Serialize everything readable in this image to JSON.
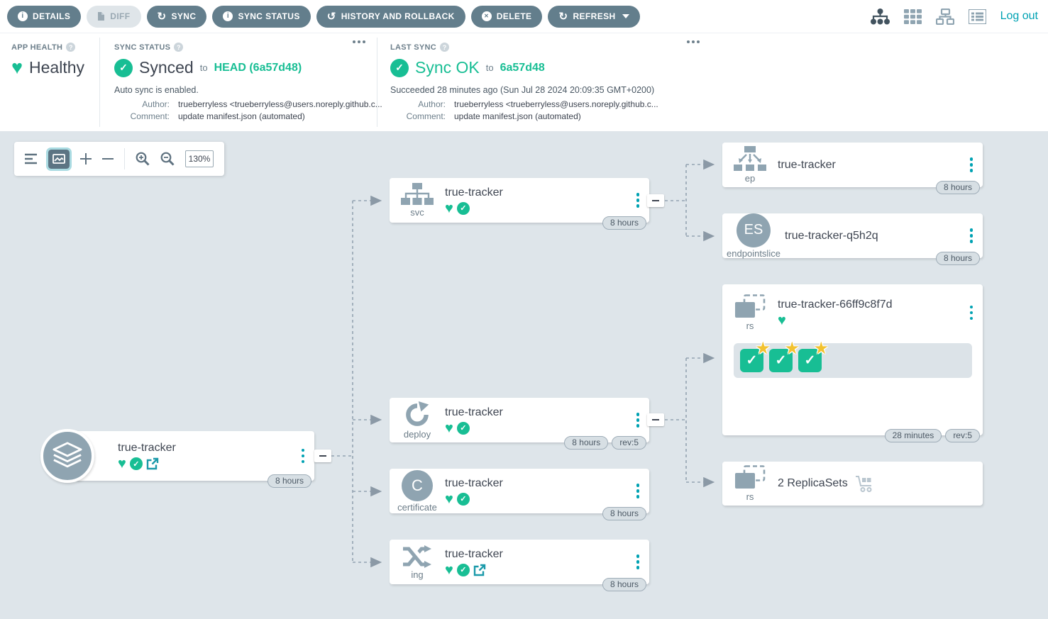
{
  "icons": {
    "heart": "♥",
    "check": "✓",
    "help": "?",
    "info": "i",
    "close": "✕",
    "sync": "↻",
    "history": "↺",
    "star": "★"
  },
  "colors": {
    "accent_green": "#18be94",
    "accent_teal": "#00a2b3",
    "button_slate": "#637e8c",
    "graph_bg": "#dee5ea",
    "star_yellow": "#f2c230",
    "icon_slate": "#8fa4b1"
  },
  "topbar": {
    "buttons": [
      {
        "label": "DETAILS",
        "icon": "info-circle-icon"
      },
      {
        "label": "DIFF",
        "icon": "file-icon",
        "disabled": true
      },
      {
        "label": "SYNC",
        "icon": "sync-icon"
      },
      {
        "label": "SYNC STATUS",
        "icon": "info-circle-icon"
      },
      {
        "label": "HISTORY AND ROLLBACK",
        "icon": "history-icon"
      },
      {
        "label": "DELETE",
        "icon": "times-circle-icon"
      },
      {
        "label": "REFRESH",
        "icon": "refresh-icon",
        "has_caret": true
      }
    ],
    "view_toggles": [
      "application-tree-icon",
      "pods-grid-icon",
      "network-icon",
      "resource-list-icon"
    ],
    "logout_label": "Log out"
  },
  "statusbar": {
    "app_health": {
      "label": "APP HEALTH",
      "value": "Healthy",
      "status_icon": "heart-icon"
    },
    "sync_status": {
      "label": "SYNC STATUS",
      "value": "Synced",
      "to_label": "to",
      "target": "HEAD (6a57d48)",
      "note": "Auto sync is enabled.",
      "author_label": "Author:",
      "author_value": "trueberryless <trueberryless@users.noreply.github.c...",
      "comment_label": "Comment:",
      "comment_value": "update manifest.json (automated)"
    },
    "last_sync": {
      "label": "LAST SYNC",
      "value": "Sync OK",
      "to_label": "to",
      "target": "6a57d48",
      "note": "Succeeded 28 minutes ago (Sun Jul 28 2024 20:09:35 GMT+0200)",
      "author_label": "Author:",
      "author_value": "trueberryless <trueberryless@users.noreply.github.c...",
      "comment_label": "Comment:",
      "comment_value": "update manifest.json (automated)"
    }
  },
  "graph_toolbar": {
    "zoom_value": "130%"
  },
  "tree": {
    "app": {
      "name": "true-tracker",
      "badges": {
        "age": "8 hours"
      }
    },
    "svc": {
      "kind": "svc",
      "name": "true-tracker",
      "badges": {
        "age": "8 hours"
      }
    },
    "deploy": {
      "kind": "deploy",
      "name": "true-tracker",
      "badges": {
        "age": "8 hours",
        "rev": "rev:5"
      }
    },
    "certificate": {
      "kind": "certificate",
      "abbr": "C",
      "name": "true-tracker",
      "badges": {
        "age": "8 hours"
      }
    },
    "ing": {
      "kind": "ing",
      "name": "true-tracker",
      "badges": {
        "age": "8 hours"
      }
    },
    "ep": {
      "kind": "ep",
      "name": "true-tracker",
      "badges": {
        "age": "8 hours"
      }
    },
    "endpointslice": {
      "kind": "endpointslice",
      "abbr": "ES",
      "name": "true-tracker-q5h2q",
      "badges": {
        "age": "8 hours"
      }
    },
    "rs": {
      "kind": "rs",
      "name": "true-tracker-66ff9c8f7d",
      "badges": {
        "age": "28 minutes",
        "rev": "rev:5"
      },
      "pod_count": 3
    },
    "rs_group": {
      "kind": "rs",
      "name": "2 ReplicaSets"
    }
  }
}
